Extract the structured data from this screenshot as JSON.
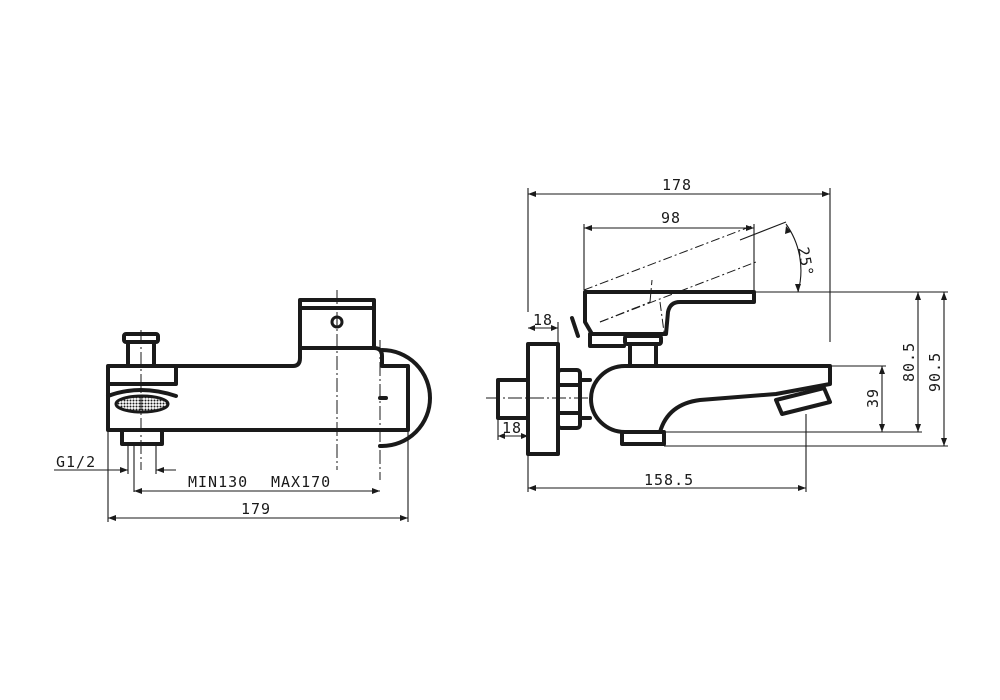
{
  "front_view": {
    "thread_label": "G1/2",
    "min_label": "MIN130",
    "max_label": "MAX170",
    "overall_width": "179"
  },
  "side_view": {
    "total_depth": "178",
    "lever_length": "98",
    "lever_angle": "25°",
    "flange_depth": "18",
    "connector_depth": "18",
    "spout_reach": "158.5",
    "spout_height": "39",
    "lever_height": "80.5",
    "total_height": "90.5"
  }
}
